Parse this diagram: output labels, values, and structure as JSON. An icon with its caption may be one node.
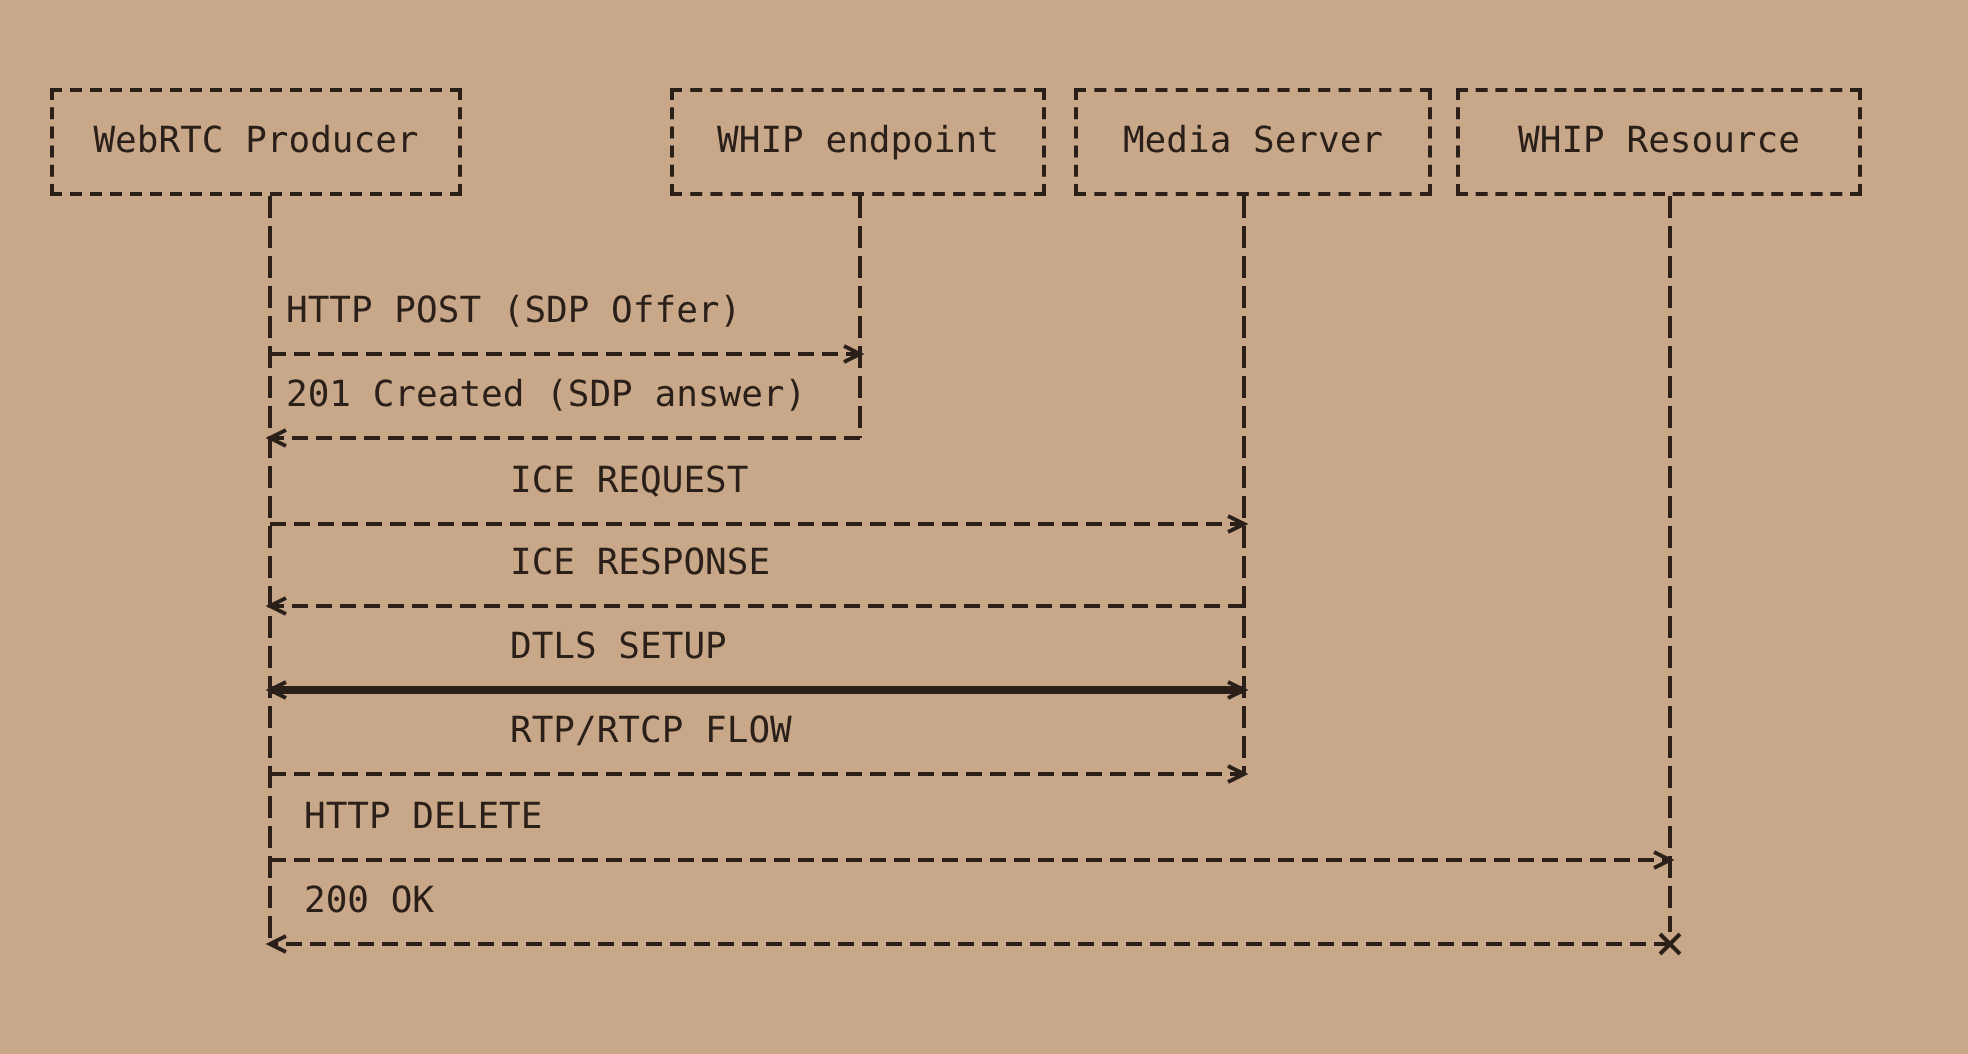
{
  "diagram": {
    "nodes": [
      {
        "text": [
          "WebRTC Producer"
        ]
      },
      {
        "text": [
          "WHIP endpoint"
        ]
      },
      {
        "text": [
          "Media Server"
        ]
      },
      {
        "text": [
          "WHIP Resource"
        ]
      }
    ],
    "edges": [
      {
        "from": 0,
        "to": 1,
        "arrow": "to",
        "label": "HTTP POST (SDP Offer)",
        "style": "dashed"
      },
      {
        "from": 1,
        "to": 0,
        "arrow": "to",
        "label": "201 Created (SDP answer)",
        "style": "dashed"
      },
      {
        "from": 0,
        "to": 2,
        "arrow": "to",
        "label": "ICE REQUEST",
        "style": "dashed"
      },
      {
        "from": 2,
        "to": 0,
        "arrow": "to",
        "label": "ICE RESPONSE",
        "style": "dashed"
      },
      {
        "from": 0,
        "to": 2,
        "arrow": "both",
        "label": "DTLS SETUP",
        "style": "thick"
      },
      {
        "from": 0,
        "to": 2,
        "arrow": "to",
        "label": "RTP/RTCP FLOW",
        "style": "dashed"
      },
      {
        "from": 0,
        "to": 3,
        "arrow": "to",
        "label": "HTTP DELETE",
        "style": "dashed"
      },
      {
        "from": 3,
        "to": 0,
        "arrow": "to",
        "label": "200 OK",
        "style": "dashed"
      }
    ]
  }
}
